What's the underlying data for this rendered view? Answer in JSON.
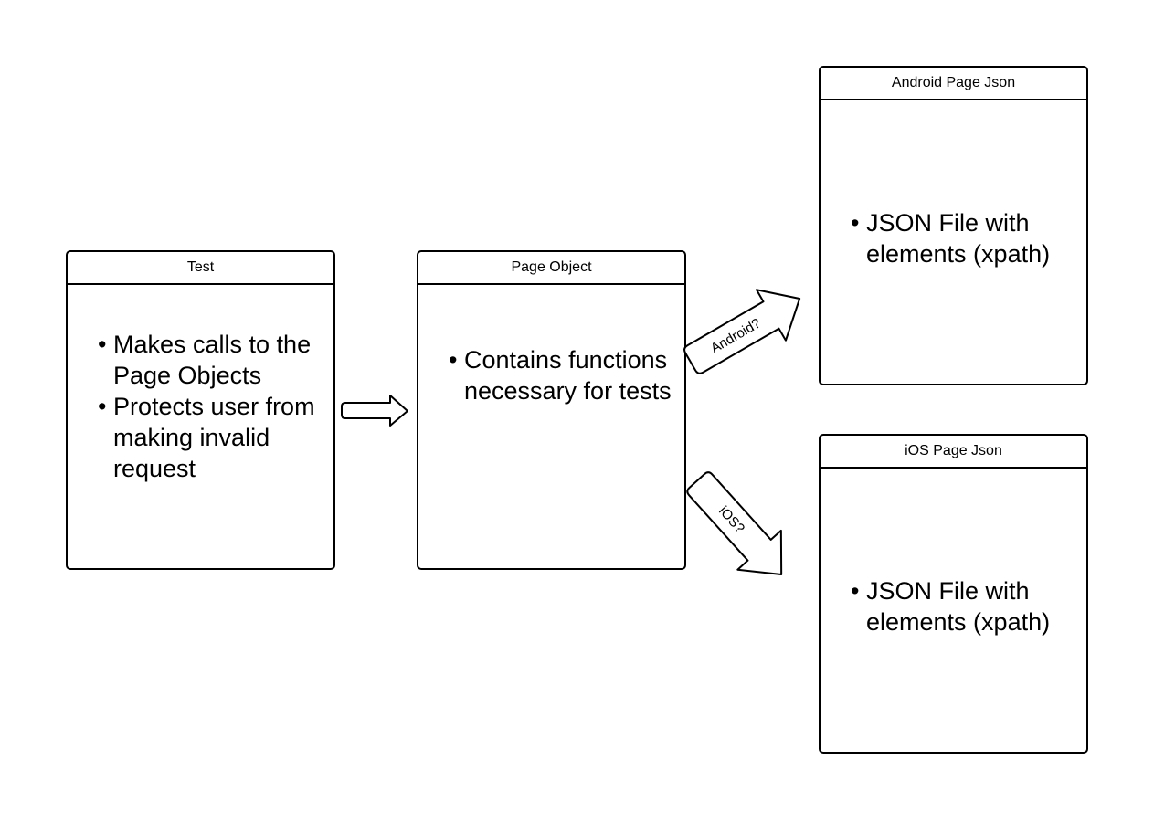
{
  "test_box": {
    "title": "Test",
    "bullets": [
      "Makes calls to the Page Objects",
      "Protects user from making invalid request"
    ]
  },
  "page_object_box": {
    "title": "Page Object",
    "bullets": [
      "Contains functions necessary for tests"
    ]
  },
  "android_box": {
    "title": "Android Page Json",
    "bullets": [
      "JSON File with elements (xpath)"
    ]
  },
  "ios_box": {
    "title": "iOS Page Json",
    "bullets": [
      "JSON File with elements (xpath)"
    ]
  },
  "arrows": {
    "android_label": "Android?",
    "ios_label": "iOS?"
  }
}
